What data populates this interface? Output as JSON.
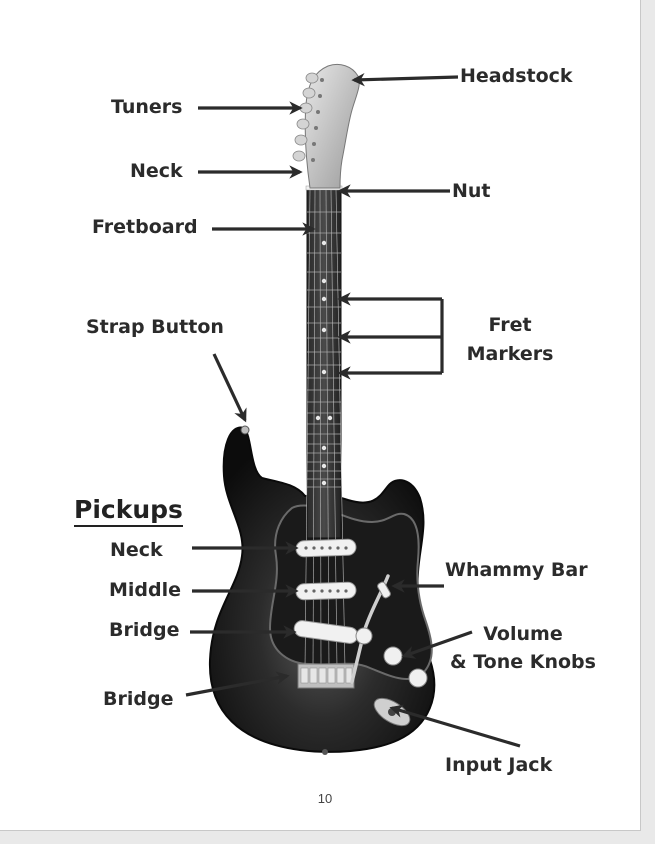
{
  "labels": {
    "headstock": "Headstock",
    "tuners": "Tuners",
    "neck": "Neck",
    "nut": "Nut",
    "fretboard": "Fretboard",
    "strap_button": "Strap Button",
    "fret_markers_line1": "Fret",
    "fret_markers_line2": "Markers",
    "pickups_heading": "Pickups",
    "pickup_neck": "Neck",
    "pickup_middle": "Middle",
    "pickup_bridge": "Bridge",
    "bridge": "Bridge",
    "whammy_bar": "Whammy Bar",
    "volume_line1": "Volume",
    "volume_line2": "& Tone Knobs",
    "input_jack": "Input Jack"
  },
  "page_number": "10",
  "colors": {
    "label_text": "#2b2b2b",
    "arrow": "#2b2b2b",
    "body_black": "#141414"
  }
}
